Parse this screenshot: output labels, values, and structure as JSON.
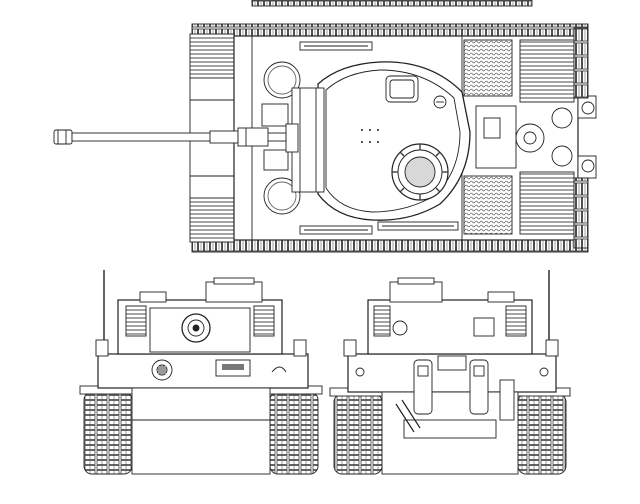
{
  "drawing": {
    "views": [
      "top",
      "front",
      "rear"
    ],
    "colors": {
      "ink": "#202020",
      "light_ink": "#6a6a6a",
      "paper": "#ffffff",
      "shade": "#bdbdbd"
    }
  }
}
